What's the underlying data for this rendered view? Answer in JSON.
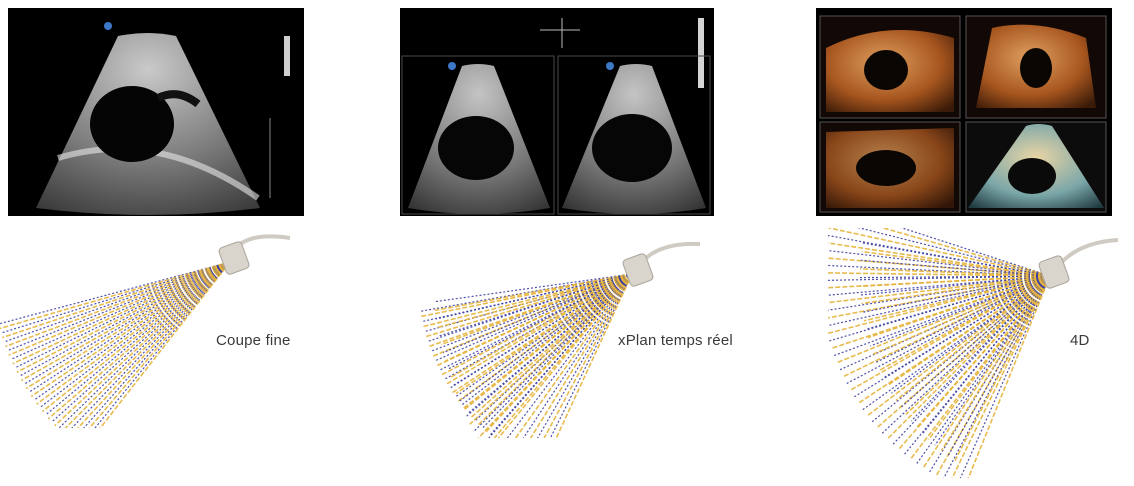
{
  "panels": [
    {
      "caption": "Coupe fine",
      "mode": "single-plane 2D"
    },
    {
      "caption": "xPlan temps réel",
      "mode": "biplane"
    },
    {
      "caption": "4D",
      "mode": "volume"
    }
  ],
  "colors": {
    "beam_blue": "#3c3fa0",
    "beam_gold": "#e6b43c",
    "scan_bg": "#000000",
    "render_copper": "#b5652a",
    "probe": "#d9d4cc"
  },
  "icons": [
    "ultrasound-probe-icon",
    "beam-fan-icon"
  ]
}
